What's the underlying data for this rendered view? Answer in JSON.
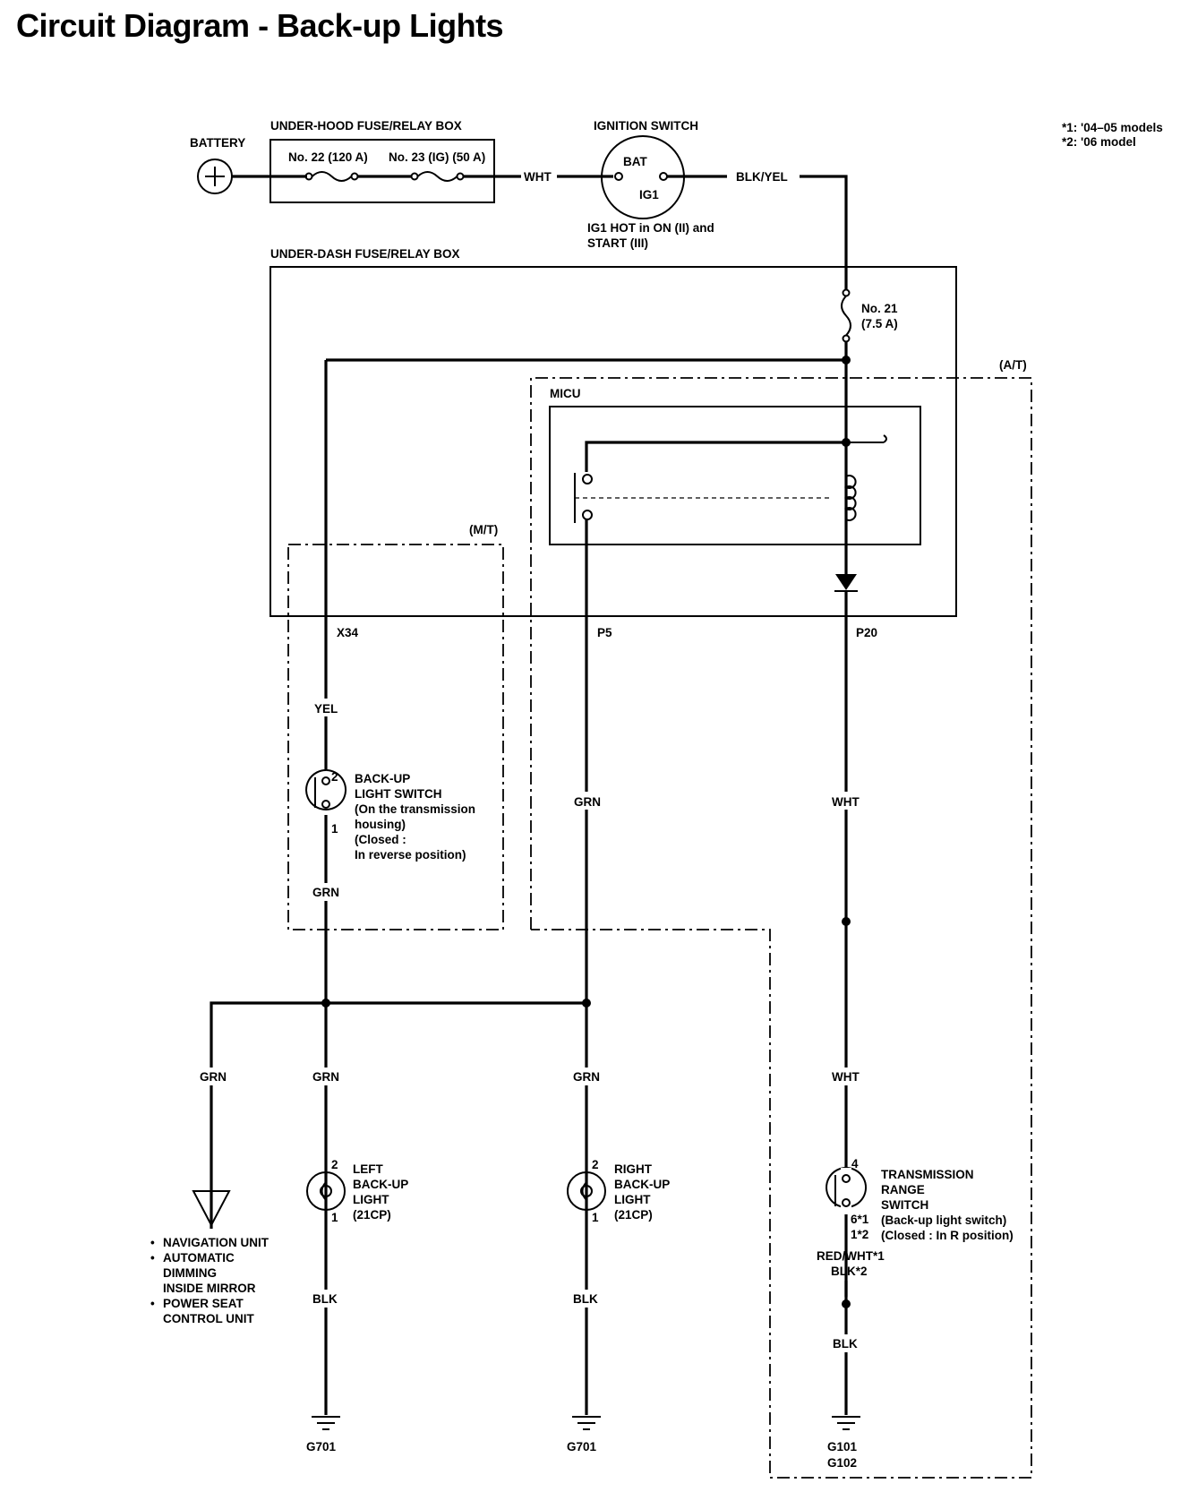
{
  "title": "Circuit Diagram - Back-up Lights",
  "notes": [
    "*1: '04–05 models",
    "*2: '06 model"
  ],
  "battery": {
    "label": "BATTERY"
  },
  "underhood": {
    "label": "UNDER-HOOD FUSE/RELAY BOX",
    "fuse22": "No. 22 (120 A)",
    "fuse23": "No. 23 (IG) (50 A)"
  },
  "ignition": {
    "label": "IGNITION SWITCH",
    "bat": "BAT",
    "ig1": "IG1",
    "note": [
      "IG1 HOT in ON (II) and",
      "START (III)"
    ]
  },
  "underdash": {
    "label": "UNDER-DASH FUSE/RELAY BOX",
    "fuse21": [
      "No. 21",
      "(7.5 A)"
    ],
    "micu": "MICU"
  },
  "variants": {
    "at": "(A/T)",
    "mt": "(M/T)"
  },
  "connectors": {
    "x34": "X34",
    "p5": "P5",
    "p20": "P20"
  },
  "wires": {
    "wht": "WHT",
    "blk_yel": "BLK/YEL",
    "yel": "YEL",
    "grn": "GRN",
    "blk": "BLK",
    "red_wht": "RED/WHT*1",
    "blk2": "BLK*2"
  },
  "backup_switch": {
    "pins": [
      "2",
      "1"
    ],
    "text": [
      "BACK-UP",
      "LIGHT SWITCH",
      "(On the transmission",
      "housing)",
      "(Closed :",
      "In reverse position)"
    ]
  },
  "left_light": {
    "pins": [
      "2",
      "1"
    ],
    "text": [
      "LEFT",
      "BACK-UP",
      "LIGHT",
      "(21CP)"
    ]
  },
  "right_light": {
    "pins": [
      "2",
      "1"
    ],
    "text": [
      "RIGHT",
      "BACK-UP",
      "LIGHT",
      "(21CP)"
    ]
  },
  "trans_switch": {
    "pins": [
      "4",
      "6*1",
      "1*2"
    ],
    "text": [
      "TRANSMISSION",
      "RANGE",
      "SWITCH",
      "(Back-up light switch)",
      "(Closed : In R position)"
    ]
  },
  "nav_list": [
    "NAVIGATION UNIT",
    "AUTOMATIC",
    "DIMMING",
    "INSIDE MIRROR",
    "POWER SEAT",
    "CONTROL UNIT"
  ],
  "bullet": "•",
  "grounds": {
    "g701a": "G701",
    "g701b": "G701",
    "g101": "G101",
    "g102": "G102"
  }
}
